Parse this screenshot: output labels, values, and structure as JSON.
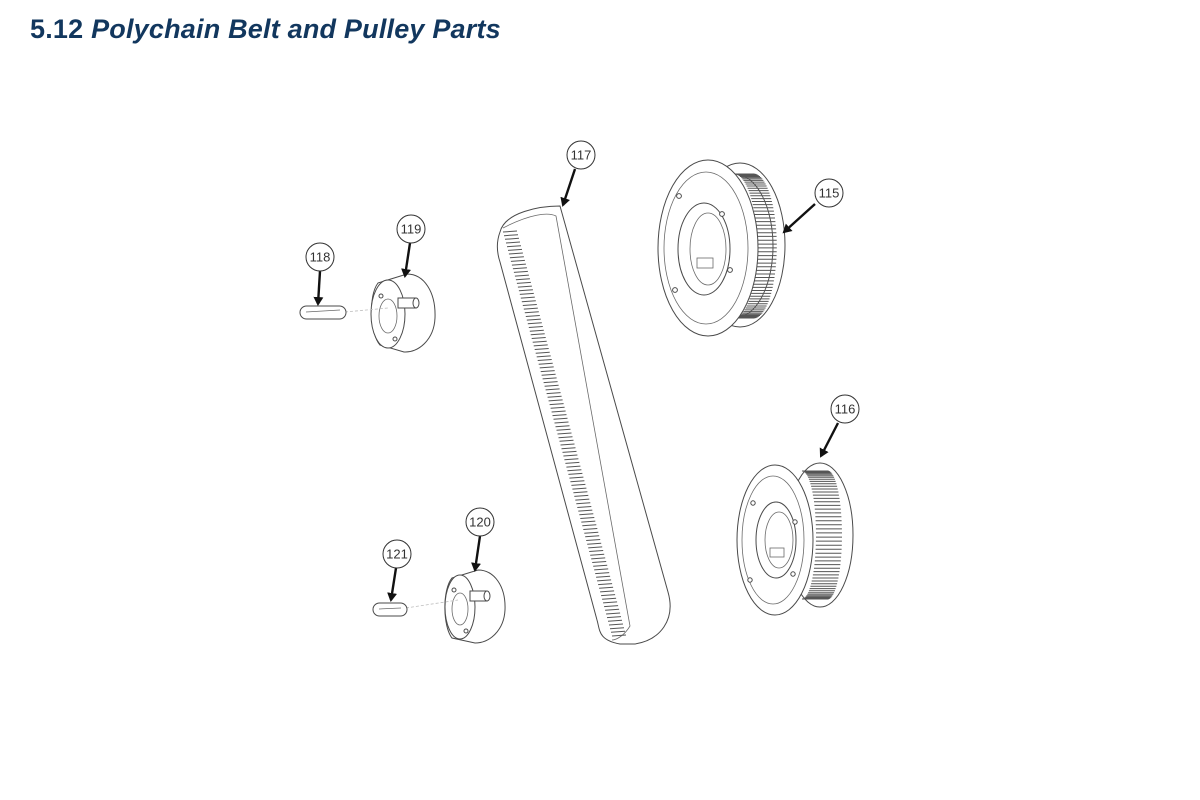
{
  "title": {
    "section": "5.12",
    "name": "Polychain Belt and Pulley Parts"
  },
  "callouts": {
    "c115": "115",
    "c116": "116",
    "c117": "117",
    "c118": "118",
    "c119": "119",
    "c120": "120",
    "c121": "121"
  }
}
